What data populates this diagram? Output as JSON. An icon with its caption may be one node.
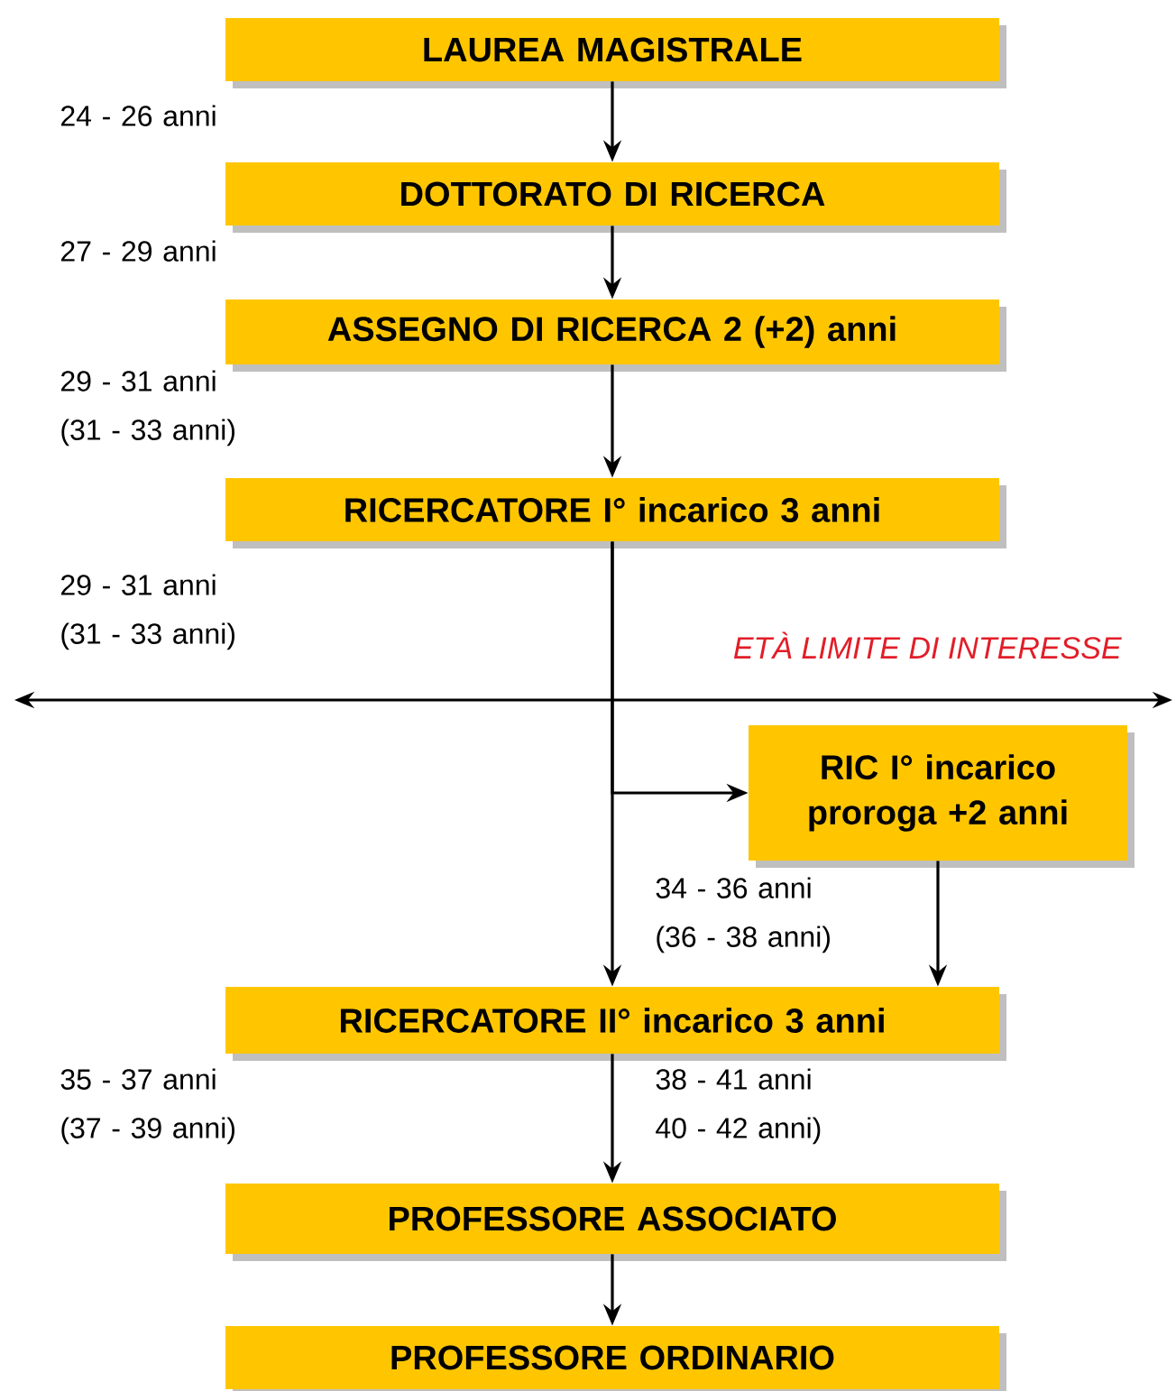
{
  "diagram": {
    "nodes": [
      {
        "text": [
          "LAUREA MAGISTRALE"
        ]
      },
      {
        "text": [
          "DOTTORATO DI RICERCA"
        ]
      },
      {
        "text": [
          "ASSEGNO DI RICERCA 2 (+2) anni"
        ]
      },
      {
        "text": [
          "RICERCATORE I° incarico 3 anni"
        ]
      },
      {
        "text": [
          "RIC I° incarico proroga +2 anni"
        ]
      },
      {
        "text": [
          "RICERCATORE II° incarico 3 anni"
        ]
      },
      {
        "text": [
          "PROFESSORE ASSOCIATO"
        ]
      },
      {
        "text": [
          "PROFESSORE ORDINARIO"
        ]
      }
    ],
    "edges": [
      {
        "from": 0,
        "to": 1,
        "arrow": "to"
      },
      {
        "from": 1,
        "to": 2,
        "arrow": "to"
      },
      {
        "from": 2,
        "to": 3,
        "arrow": "to"
      },
      {
        "from": 3,
        "to": 5,
        "arrow": "to"
      },
      {
        "from": 3,
        "to": 4,
        "arrow": "to"
      },
      {
        "from": 4,
        "to": 5,
        "arrow": "to"
      },
      {
        "from": 5,
        "to": 6,
        "arrow": "to"
      },
      {
        "from": 6,
        "to": 7,
        "arrow": "to"
      }
    ],
    "labels": [
      "24 - 26 anni",
      "27 - 29 anni",
      "29 - 31 anni (31 - 33 anni)",
      "29 - 31 anni (31 - 33 anni)",
      "ETÀ LIMITE DI INTERESSE",
      "34 - 36 anni (36 - 38 anni)",
      "35 - 37 anni (37 - 39 anni)",
      "38 - 41 anni 40 - 42 anni)"
    ]
  }
}
